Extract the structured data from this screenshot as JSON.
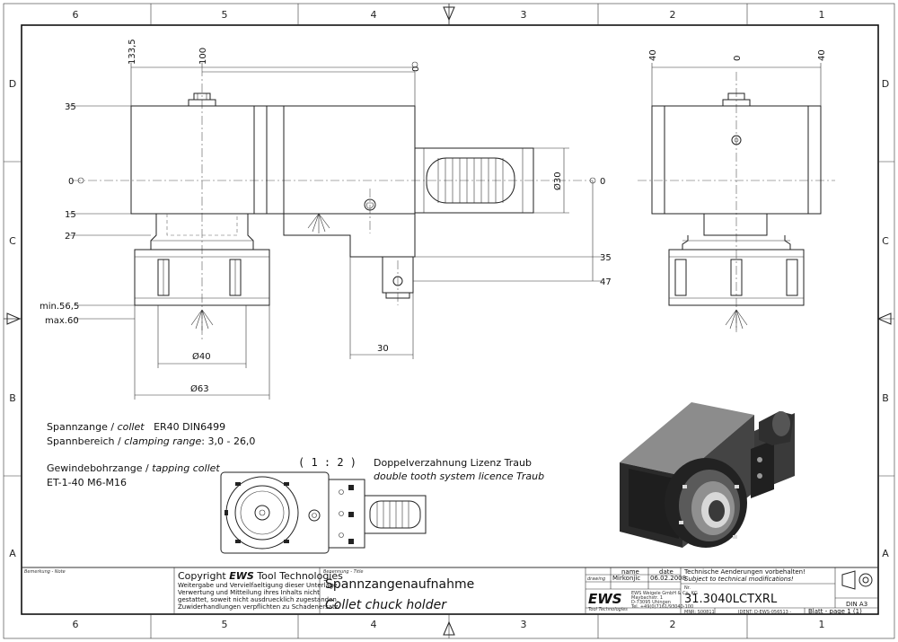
{
  "zones_top": [
    "6",
    "5",
    "4",
    "3",
    "2",
    "1"
  ],
  "zones_bottom": [
    "6",
    "5",
    "4",
    "3",
    "2",
    "1"
  ],
  "zones_left": [
    "D",
    "C",
    "B",
    "A"
  ],
  "zones_right": [
    "D",
    "C",
    "B",
    "A"
  ],
  "front_view": {
    "dims_top": [
      "133,5",
      "100",
      "0"
    ],
    "dims_left": [
      "35",
      "0",
      "15",
      "27"
    ],
    "dims_right": [
      "0",
      "35",
      "47"
    ],
    "dia_shank": "Ø30",
    "min": "min.56,5",
    "max": "max.60",
    "dia_inner": "Ø40",
    "dia_outer": "Ø63",
    "offset": "30"
  },
  "side_view": {
    "dims_top": [
      "40",
      "0",
      "40"
    ]
  },
  "notes": {
    "collet_de": "Spannzange / ",
    "collet_en": "collet",
    "collet_spec": "ER40   DIN6499",
    "range_de": "Spannbereich / ",
    "range_en": "clamping range",
    "range_val": ": 3,0 - 26,0",
    "tap_de": "Gewindebohrzange / ",
    "tap_en": "tapping collet",
    "tap_spec": "ET-1-40   M6-M16",
    "scale": "( 1 : 2 )",
    "tooth_de": "Doppelverzahnung Lizenz Traub",
    "tooth_en": "double tooth system licence Traub"
  },
  "title_block": {
    "remark_label": "Bemerkung - Note",
    "copyright_prefix": "Copyright ",
    "copyright_brand": "EWS",
    "copyright_suffix": " Tool Technologies",
    "copyright_lines": [
      "Weitergabe und Vervielfaeltigung dieser Unterlage,",
      "Verwertung und Mitteilung ihres Inhalts nicht",
      "gestattet, soweit nicht ausdruecklich zugestanden.",
      "Zuwiderhandlungen verpflichten zu Schadenersatz."
    ],
    "name_label": "Benennung - Title",
    "title_de": "Spannzangenaufnahme",
    "title_en": "Collet chuck holder",
    "col_name": "name",
    "col_date": "date",
    "row_drawing": "drawing",
    "drawer": "Mirkonjic",
    "date": "06.02.2008",
    "logo": "EWS",
    "logo_sub": "Tool Technologies",
    "company_lines": [
      "EWS Weigele GmbH & Co. KG",
      "Maybachstr. 1",
      "D-73095 Uhingen",
      "Tel. +49(0)7161/93040-100"
    ],
    "change_de": "Technische Aenderungen vorbehalten!",
    "change_en": "Subject to technical modifications!",
    "nr_label": "Nr.",
    "part_no": "31.3040LCTXRL",
    "din": "DIN A3",
    "mnr": "MNR: S00811",
    "ident": "IDENT: D-EWS-056513 -",
    "sheet": "Blatt - page  1 (1)"
  }
}
